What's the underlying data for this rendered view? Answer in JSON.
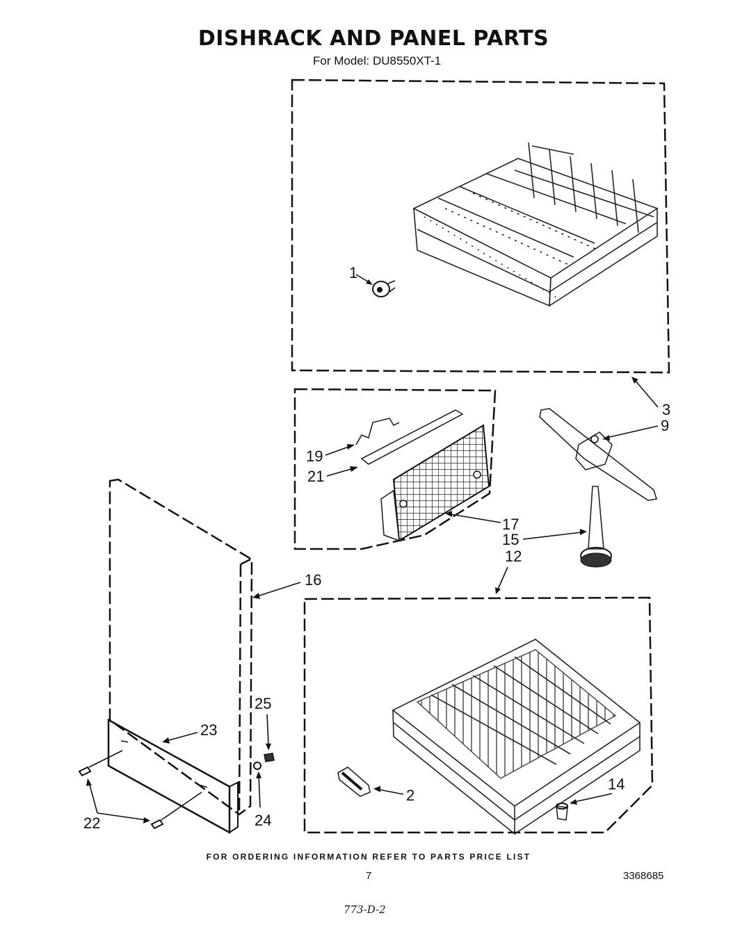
{
  "header": {
    "title": "DISHRACK AND PANEL PARTS",
    "model_line": "For Model: DU8550XT-1"
  },
  "callouts": {
    "c1": "1",
    "c2": "2",
    "c3": "3",
    "c9": "9",
    "c12": "12",
    "c14": "14",
    "c15": "15",
    "c16": "16",
    "c17": "17",
    "c19": "19",
    "c21": "21",
    "c22": "22",
    "c23": "23",
    "c24": "24",
    "c25": "25"
  },
  "footer": {
    "ordering_note": "FOR ORDERING INFORMATION REFER TO PARTS PRICE LIST",
    "page_number": "7",
    "document_number": "3368685",
    "handwritten_code": "773-D-2"
  }
}
